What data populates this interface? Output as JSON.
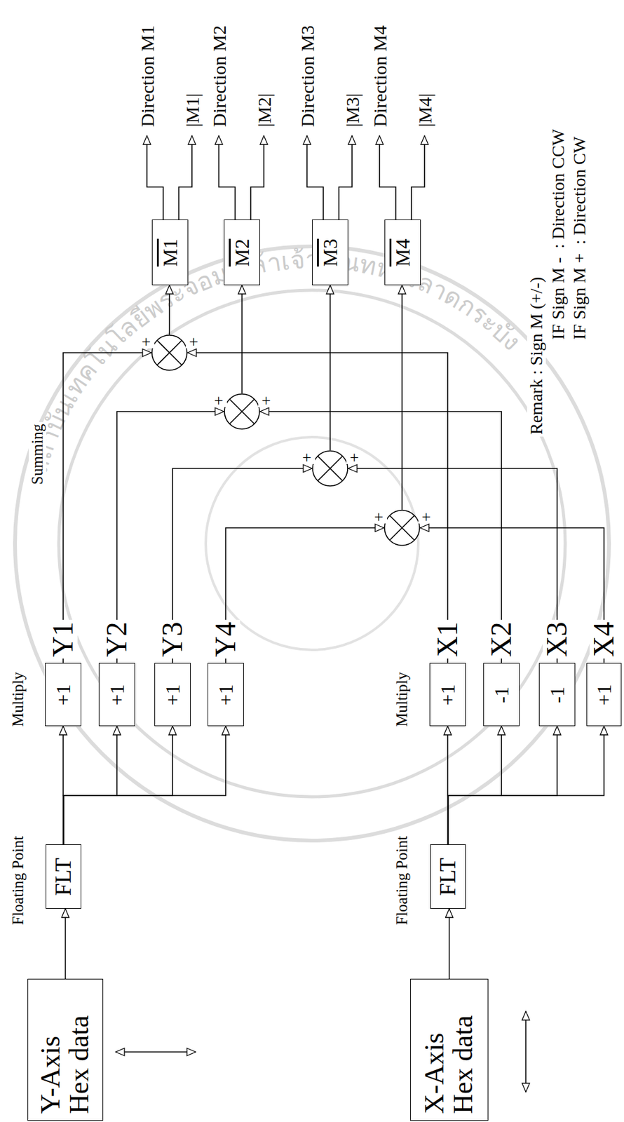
{
  "diagram": {
    "nodes": [
      {
        "text": [
          "Y-Axis Hex data"
        ]
      },
      {
        "text": [
          "FLT"
        ]
      },
      {
        "text": [
          "+1",
          "Y1"
        ]
      },
      {
        "text": [
          "+1",
          "Y2"
        ]
      },
      {
        "text": [
          "+1",
          "Y3"
        ]
      },
      {
        "text": [
          "+1",
          "Y4"
        ]
      },
      {
        "text": [
          "X-Axis Hex data"
        ]
      },
      {
        "text": [
          "FLT"
        ]
      },
      {
        "text": [
          "+1",
          "X1"
        ]
      },
      {
        "text": [
          "-1",
          "X2"
        ]
      },
      {
        "text": [
          "-1",
          "X3"
        ]
      },
      {
        "text": [
          "+1",
          "X4"
        ]
      },
      {
        "text": [
          "+",
          "+"
        ]
      },
      {
        "text": [
          "+",
          "+"
        ]
      },
      {
        "text": [
          "+",
          "+"
        ]
      },
      {
        "text": [
          "+",
          "+"
        ]
      },
      {
        "text": [
          "M1"
        ]
      },
      {
        "text": [
          "M2"
        ]
      },
      {
        "text": [
          "M3"
        ]
      },
      {
        "text": [
          "M4"
        ]
      }
    ],
    "edges": [
      {
        "from": 0,
        "to": 1,
        "arrow": "to"
      },
      {
        "from": 1,
        "to": 2,
        "arrow": "to"
      },
      {
        "from": 1,
        "to": 3,
        "arrow": "to"
      },
      {
        "from": 1,
        "to": 4,
        "arrow": "to"
      },
      {
        "from": 1,
        "to": 5,
        "arrow": "to"
      },
      {
        "from": 6,
        "to": 7,
        "arrow": "to"
      },
      {
        "from": 7,
        "to": 8,
        "arrow": "to"
      },
      {
        "from": 7,
        "to": 9,
        "arrow": "to"
      },
      {
        "from": 7,
        "to": 10,
        "arrow": "to"
      },
      {
        "from": 7,
        "to": 11,
        "arrow": "to"
      },
      {
        "from": 2,
        "to": 12,
        "arrow": "to"
      },
      {
        "from": 8,
        "to": 12,
        "arrow": "to"
      },
      {
        "from": 3,
        "to": 13,
        "arrow": "to"
      },
      {
        "from": 9,
        "to": 13,
        "arrow": "to"
      },
      {
        "from": 4,
        "to": 14,
        "arrow": "to"
      },
      {
        "from": 10,
        "to": 14,
        "arrow": "to"
      },
      {
        "from": 5,
        "to": 15,
        "arrow": "to"
      },
      {
        "from": 11,
        "to": 15,
        "arrow": "to"
      },
      {
        "from": 12,
        "to": 16,
        "arrow": "to"
      },
      {
        "from": 13,
        "to": 17,
        "arrow": "to"
      },
      {
        "from": 14,
        "to": 18,
        "arrow": "to"
      },
      {
        "from": 15,
        "to": 19,
        "arrow": "to"
      }
    ],
    "labels": [
      "Floating Point",
      "Multiply",
      "Summing",
      "Floating Point",
      "Multiply",
      "Direction M1",
      "|M1|",
      "Direction M2",
      "|M2|",
      "Direction M3",
      "|M3|",
      "Direction M4",
      "|M4|",
      "Remark : Sign M (+/-)",
      "IF Sign M -  : Direction CCW",
      "IF Sign M +  : Direction CW",
      "สถาบันเทคโนโลยีพระจอมเกล้าเจ้าคุณทหารลาดกระบัง"
    ]
  }
}
